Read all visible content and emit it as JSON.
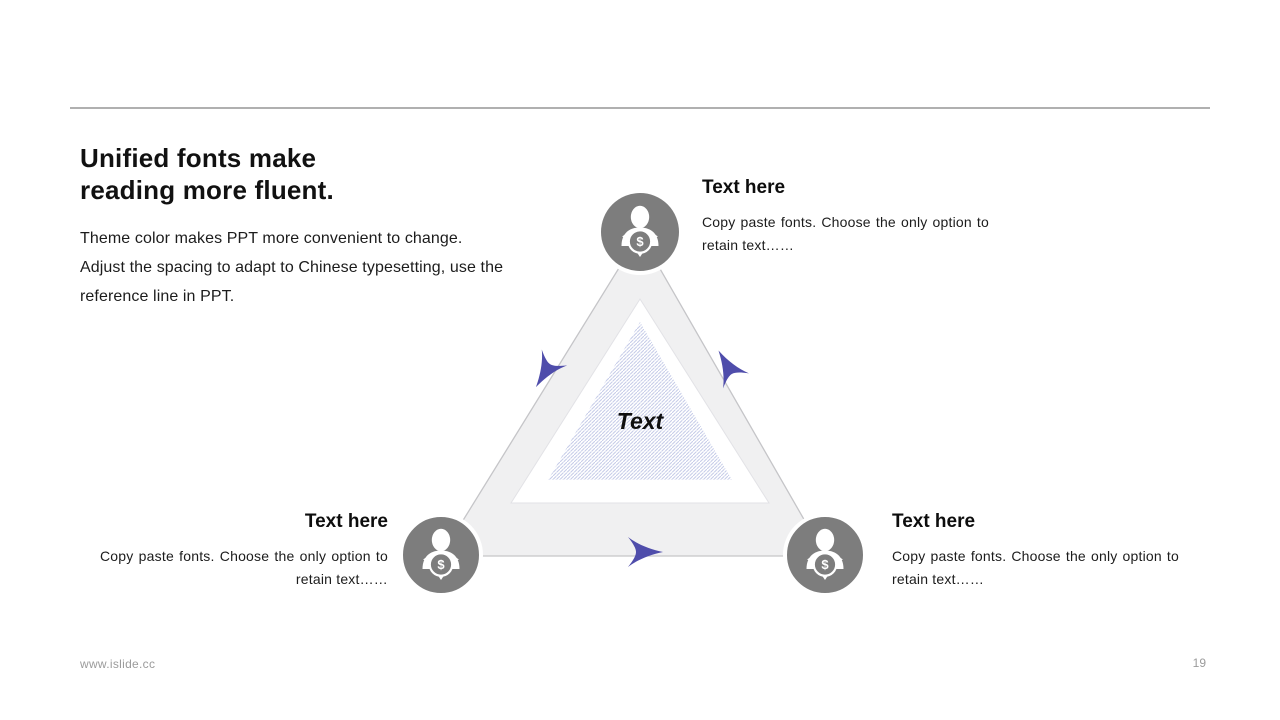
{
  "title": {
    "lines": [
      "Unified fonts make",
      "reading more fluent."
    ]
  },
  "intro": {
    "lines": [
      "Theme color makes PPT more convenient to change.",
      "Adjust the spacing to adapt to Chinese typesetting, use the",
      "reference line in PPT."
    ]
  },
  "diagram": {
    "center_label": "Text",
    "icon": {
      "name": "person-money-bag-icon",
      "dollar": "$"
    },
    "colors": {
      "node_gray": "#7d7d7d",
      "arrow_purple": "#4f4dab",
      "band_fill": "#f0f0f1",
      "band_stroke": "#c5c5c8",
      "hatch_line": "#c5cbe8"
    },
    "nodes": {
      "top": {
        "heading": "Text here",
        "body_lines": [
          "Copy paste fonts. Choose the only option to",
          "retain text……"
        ]
      },
      "bottom_left": {
        "heading": "Text here",
        "body_lines": [
          "Copy paste fonts. Choose the only option to",
          "retain text……"
        ]
      },
      "bottom_right": {
        "heading": "Text here",
        "body_lines": [
          "Copy paste fonts. Choose the only option to",
          "retain text……"
        ]
      }
    }
  },
  "footer": {
    "website": "www.islide.cc",
    "page_number": "19"
  }
}
